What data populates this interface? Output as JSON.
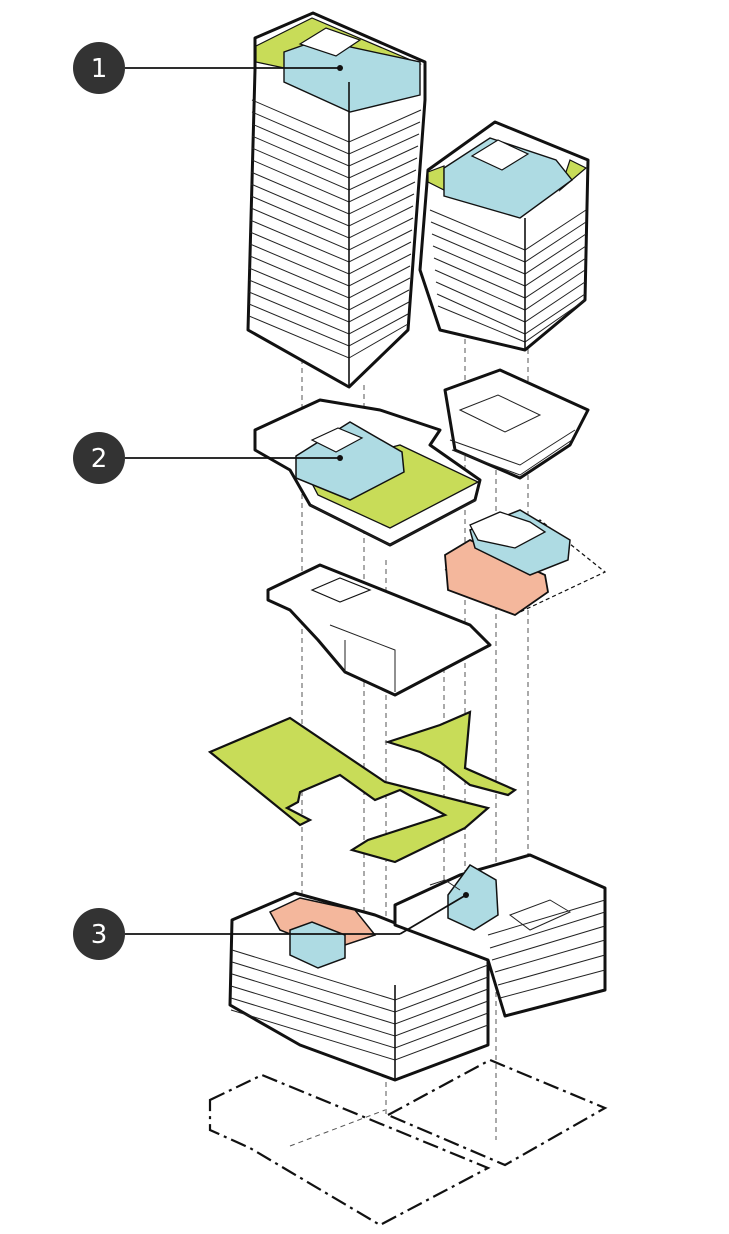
{
  "colors": {
    "background": "#ffffff",
    "outline": "#111111",
    "program_blue": "#aedbe3",
    "green_space": "#c8dc58",
    "program_orange": "#f4b79c",
    "callout_fill": "#333333",
    "callout_text": "#ffffff"
  },
  "callouts": [
    {
      "label": "1"
    },
    {
      "label": "2"
    },
    {
      "label": "3"
    }
  ]
}
